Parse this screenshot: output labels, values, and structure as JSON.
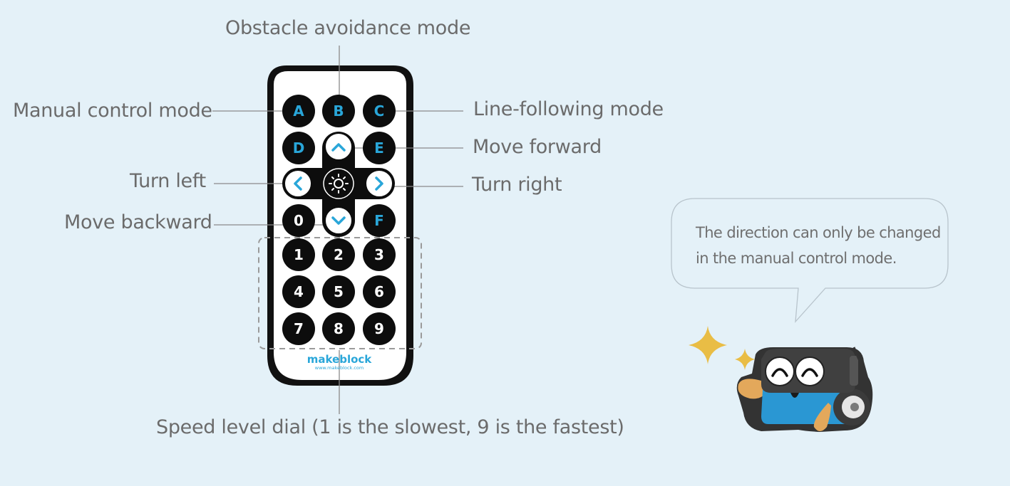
{
  "labels": {
    "obstacle_avoidance": "Obstacle avoidance mode",
    "manual_control": "Manual control mode",
    "line_following": "Line-following mode",
    "move_forward": "Move forward",
    "turn_left": "Turn left",
    "turn_right": "Turn right",
    "move_backward": "Move backward",
    "speed_dial": "Speed level dial (1 is the slowest, 9 is the fastest)"
  },
  "remote": {
    "buttons": {
      "a": "A",
      "b": "B",
      "c": "C",
      "d": "D",
      "e": "E",
      "zero": "0",
      "f": "F",
      "n1": "1",
      "n2": "2",
      "n3": "3",
      "n4": "4",
      "n5": "5",
      "n6": "6",
      "n7": "7",
      "n8": "8",
      "n9": "9"
    },
    "icons": {
      "up": "chevron-up-icon",
      "down": "chevron-down-icon",
      "left": "chevron-left-icon",
      "right": "chevron-right-icon",
      "center": "sun-icon"
    },
    "brand": "makeblock",
    "brand_url": "www.makeblock.com"
  },
  "speech_bubble": {
    "text": "The direction can only be changed in the manual control mode."
  },
  "colors": {
    "background": "#e4f1f8",
    "label_text": "#6b6b6b",
    "button_black": "#0d0d0d",
    "button_letter": "#29a6d9",
    "brand_blue": "#29a6d9",
    "robot_blue": "#2a97d3",
    "sparkle_yellow": "#e9bd45"
  }
}
